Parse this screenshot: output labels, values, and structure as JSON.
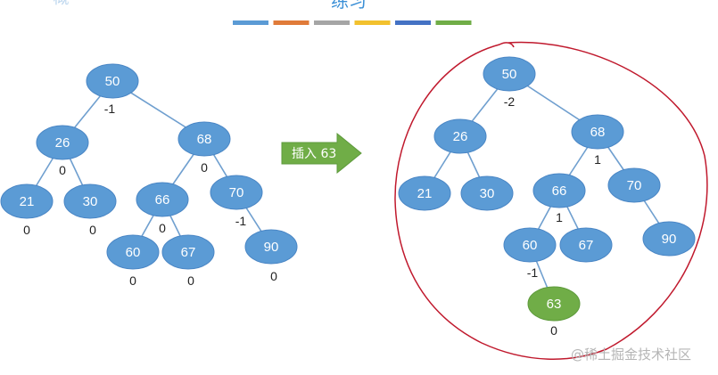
{
  "header": {
    "corner_text": "· 概 ·",
    "title": "练习",
    "color_bar": [
      "#5b9bd5",
      "#e07b39",
      "#a5a5a5",
      "#f2c12e",
      "#4472c4",
      "#70ad47"
    ]
  },
  "colors": {
    "node": "#5b9bd5",
    "node_stroke": "#4a86c5",
    "inserted_node": "#70ad47",
    "edge": "#6f9fcf",
    "circle": "#c0192d"
  },
  "arrow": {
    "label": "插入 63"
  },
  "watermark": "@稀土掘金技术社区",
  "before_tree": {
    "nodes": [
      {
        "id": "50",
        "label": "50",
        "bf": "-1"
      },
      {
        "id": "26",
        "label": "26",
        "bf": "0"
      },
      {
        "id": "68",
        "label": "68",
        "bf": "0"
      },
      {
        "id": "21",
        "label": "21",
        "bf": "0"
      },
      {
        "id": "30",
        "label": "30",
        "bf": "0"
      },
      {
        "id": "66",
        "label": "66",
        "bf": "0"
      },
      {
        "id": "70",
        "label": "70",
        "bf": "-1"
      },
      {
        "id": "60",
        "label": "60",
        "bf": "0"
      },
      {
        "id": "67",
        "label": "67",
        "bf": "0"
      },
      {
        "id": "90",
        "label": "90",
        "bf": "0"
      }
    ],
    "edges": [
      [
        "50",
        "26"
      ],
      [
        "50",
        "68"
      ],
      [
        "26",
        "21"
      ],
      [
        "26",
        "30"
      ],
      [
        "68",
        "66"
      ],
      [
        "68",
        "70"
      ],
      [
        "66",
        "60"
      ],
      [
        "66",
        "67"
      ],
      [
        "70",
        "90"
      ]
    ]
  },
  "after_tree": {
    "nodes": [
      {
        "id": "50",
        "label": "50",
        "bf": "-2"
      },
      {
        "id": "26",
        "label": "26",
        "bf": ""
      },
      {
        "id": "68",
        "label": "68",
        "bf": "1"
      },
      {
        "id": "21",
        "label": "21",
        "bf": ""
      },
      {
        "id": "30",
        "label": "30",
        "bf": ""
      },
      {
        "id": "66",
        "label": "66",
        "bf": "1"
      },
      {
        "id": "70",
        "label": "70",
        "bf": ""
      },
      {
        "id": "60",
        "label": "60",
        "bf": "-1"
      },
      {
        "id": "67",
        "label": "67",
        "bf": ""
      },
      {
        "id": "90",
        "label": "90",
        "bf": ""
      },
      {
        "id": "63",
        "label": "63",
        "bf": "0",
        "inserted": true
      }
    ],
    "edges": [
      [
        "50",
        "26"
      ],
      [
        "50",
        "68"
      ],
      [
        "26",
        "21"
      ],
      [
        "26",
        "30"
      ],
      [
        "68",
        "66"
      ],
      [
        "68",
        "70"
      ],
      [
        "66",
        "60"
      ],
      [
        "66",
        "67"
      ],
      [
        "70",
        "90"
      ],
      [
        "60",
        "63"
      ]
    ]
  }
}
